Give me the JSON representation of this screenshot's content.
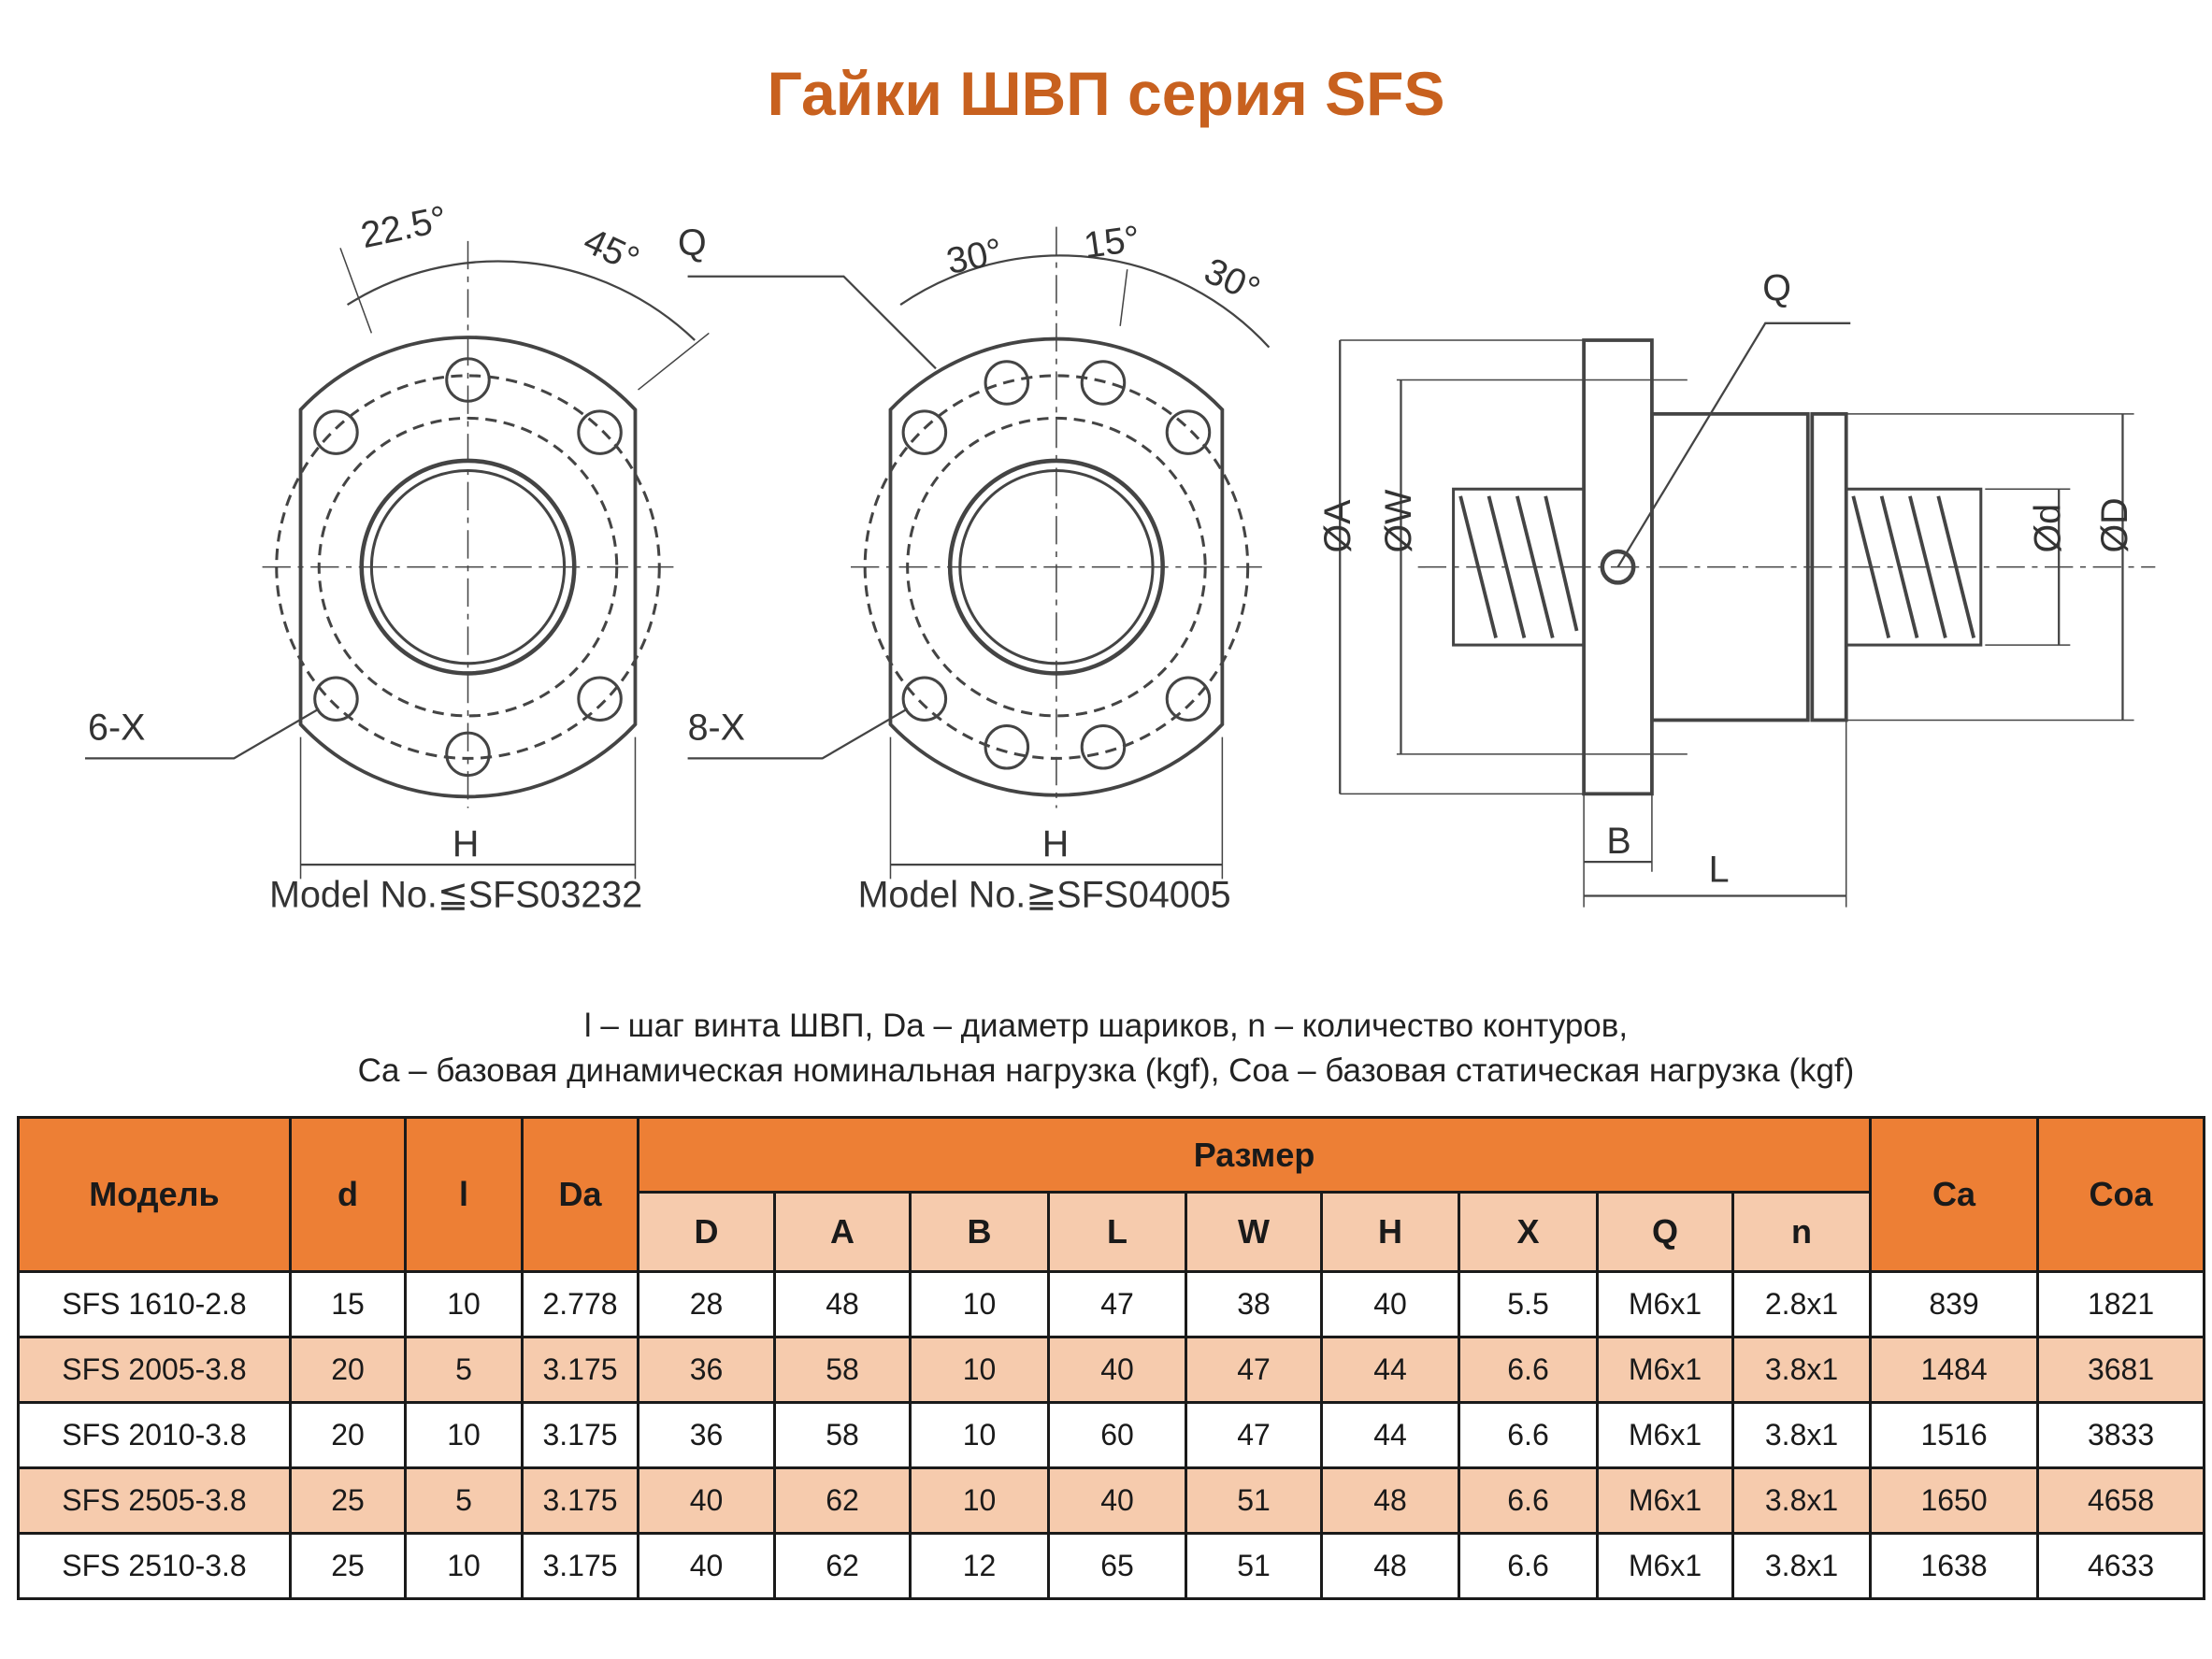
{
  "title": "Гайки ШВП серия SFS",
  "drawing": {
    "labels": {
      "angle_22_5": "22.5°",
      "angle_45": "45°",
      "q_left": "Q",
      "angle_30a": "30°",
      "angle_15": "15°",
      "angle_30b": "30°",
      "q_right": "Q",
      "holes_6x": "6-X",
      "holes_8x": "8-X",
      "h_left": "H",
      "h_mid": "H",
      "model_left": "Model No.≦SFS03232",
      "model_mid": "Model No.≧SFS04005",
      "dia_a": "ØA",
      "dia_w": "ØW",
      "dia_d_small": "Ød",
      "dia_d": "ØD",
      "b": "B",
      "l": "L"
    }
  },
  "caption": {
    "line1": "l – шаг винта ШВП, Da – диаметр шариков, n – количество контуров,",
    "line2": "Ca – базовая динамическая номинальная нагрузка (kgf), Coa – базовая статическая нагрузка (kgf)"
  },
  "table": {
    "headers": {
      "model": "Модель",
      "d": "d",
      "l": "l",
      "da": "Da",
      "size": "Размер",
      "sub": [
        "D",
        "A",
        "B",
        "L",
        "W",
        "H",
        "X",
        "Q",
        "n"
      ],
      "ca": "Ca",
      "coa": "Coa"
    },
    "rows": [
      [
        "SFS 1610-2.8",
        "15",
        "10",
        "2.778",
        "28",
        "48",
        "10",
        "47",
        "38",
        "40",
        "5.5",
        "M6x1",
        "2.8x1",
        "839",
        "1821"
      ],
      [
        "SFS 2005-3.8",
        "20",
        "5",
        "3.175",
        "36",
        "58",
        "10",
        "40",
        "47",
        "44",
        "6.6",
        "M6x1",
        "3.8x1",
        "1484",
        "3681"
      ],
      [
        "SFS 2010-3.8",
        "20",
        "10",
        "3.175",
        "36",
        "58",
        "10",
        "60",
        "47",
        "44",
        "6.6",
        "M6x1",
        "3.8x1",
        "1516",
        "3833"
      ],
      [
        "SFS 2505-3.8",
        "25",
        "5",
        "3.175",
        "40",
        "62",
        "10",
        "40",
        "51",
        "48",
        "6.6",
        "M6x1",
        "3.8x1",
        "1650",
        "4658"
      ],
      [
        "SFS 2510-3.8",
        "25",
        "10",
        "3.175",
        "40",
        "62",
        "12",
        "65",
        "51",
        "48",
        "6.6",
        "M6x1",
        "3.8x1",
        "1638",
        "4633"
      ]
    ]
  },
  "colors": {
    "title": "#c8611f",
    "header": "#ed7f35",
    "header_light": "#f6cbad"
  }
}
